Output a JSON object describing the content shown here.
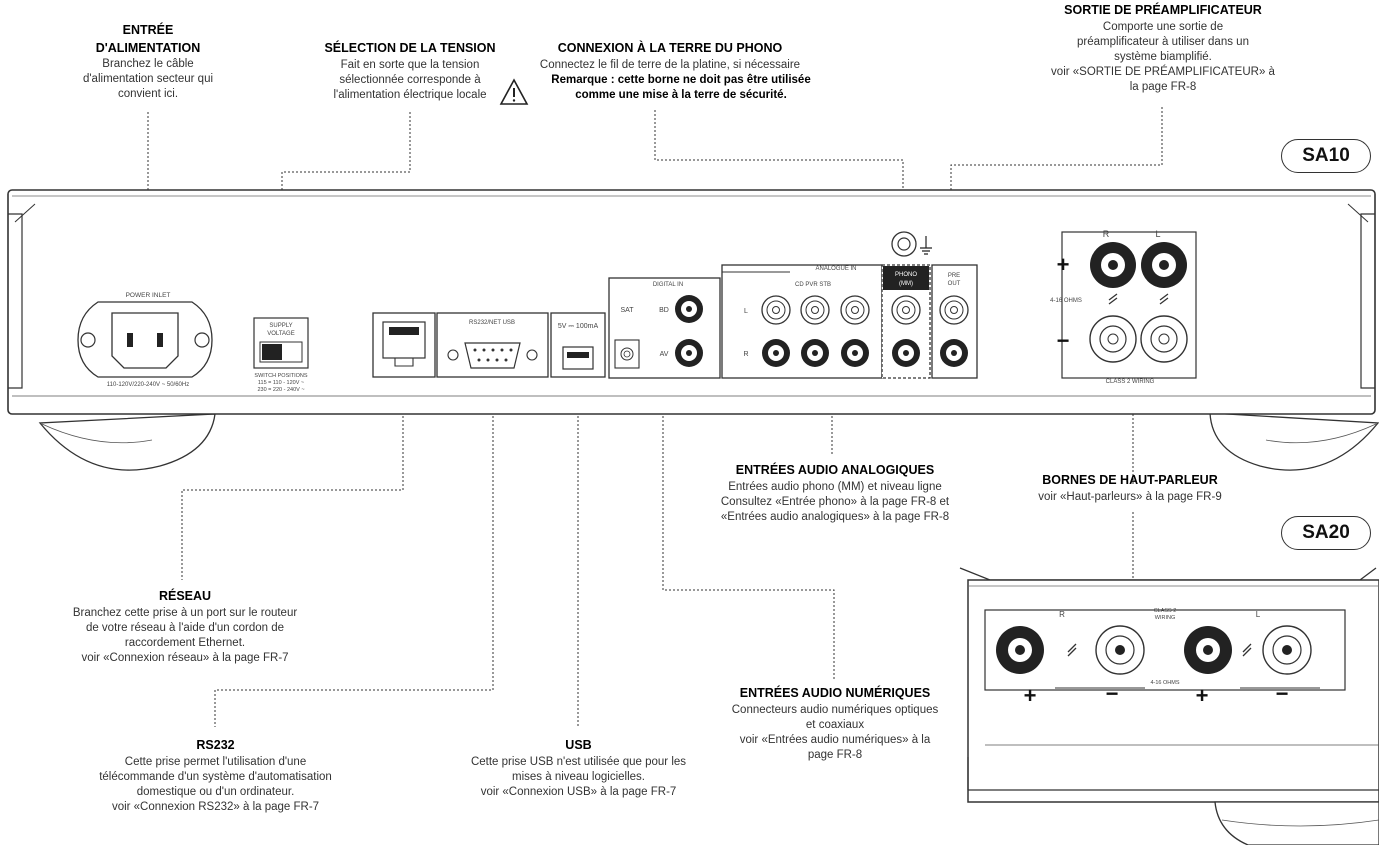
{
  "models": {
    "sa10": "SA10",
    "sa20": "SA20"
  },
  "callouts": {
    "power_inlet": {
      "title_lines": [
        "ENTRÉE",
        "D'ALIMENTATION"
      ],
      "lines": [
        "Branchez le câble",
        "d'alimentation secteur qui",
        "convient ici."
      ]
    },
    "voltage": {
      "title": "SÉLECTION DE LA TENSION",
      "lines": [
        "Fait en sorte que la tension",
        "sélectionnée corresponde à",
        "l'alimentation électrique locale"
      ]
    },
    "phono_ground": {
      "title": "CONNEXION À LA TERRE DU PHONO",
      "line": "Connectez le fil de terre de la platine, si nécessaire",
      "warning_lines": [
        "Remarque : cette borne ne doit pas être utilisée",
        "comme une mise à la terre de sécurité."
      ]
    },
    "preamp": {
      "title": "SORTIE DE PRÉAMPLIFICATEUR",
      "lines": [
        "Comporte une sortie de",
        "préamplificateur à utiliser dans un",
        "système biamplifié.",
        "voir «SORTIE DE PRÉAMPLIFICATEUR» à",
        "la page FR-8"
      ]
    },
    "analog": {
      "title": "ENTRÉES AUDIO ANALOGIQUES",
      "lines": [
        "Entrées audio phono (MM) et niveau ligne",
        "Consultez «Entrée phono» à la page FR-8 et",
        "«Entrées audio analogiques» à la page FR-8"
      ]
    },
    "speaker": {
      "title": "BORNES DE HAUT-PARLEUR",
      "lines": [
        "voir «Haut-parleurs» à la page FR-9"
      ]
    },
    "network": {
      "title": "RÉSEAU",
      "lines": [
        "Branchez cette prise à un port sur le routeur",
        "de votre réseau à l'aide d'un cordon de",
        "raccordement Ethernet.",
        "voir «Connexion réseau» à la page FR-7"
      ]
    },
    "rs232": {
      "title": "RS232",
      "lines": [
        "Cette prise permet l'utilisation d'une",
        "télécommande d'un système d'automatisation",
        "domestique ou d'un ordinateur.",
        "voir «Connexion RS232» à la page FR-7"
      ]
    },
    "usb": {
      "title": "USB",
      "lines": [
        "Cette prise USB n'est utilisée que pour les",
        "mises à niveau logicielles.",
        "voir «Connexion USB» à la page FR-7"
      ]
    },
    "digital": {
      "title": "ENTRÉES AUDIO NUMÉRIQUES",
      "lines": [
        "Connecteurs audio numériques optiques",
        "et coaxiaux",
        "voir «Entrées audio numériques» à la",
        "page FR-8"
      ]
    }
  },
  "panel_labels": {
    "power_inlet": "POWER INLET",
    "power_rating": "110-120V/220-240V ~ 50/60Hz",
    "supply_voltage": [
      "SUPPLY",
      "VOLTAGE"
    ],
    "switch_positions": [
      "SWITCH POSITIONS",
      "115 = 110 - 120V ~",
      "230 = 220 - 240V ~"
    ],
    "rs232_usb": "RS232/NET USB",
    "usb_rating": "5V ⎓ 100mA",
    "digital_in": "DIGITAL IN",
    "sat": "SAT",
    "bd": "BD",
    "av": "AV",
    "analogue_in": "ANALOGUE IN",
    "cd_pvr_stb": "CD  PVR  STB",
    "l": "L",
    "r": "R",
    "phono": [
      "PHONO",
      "(MM)"
    ],
    "pre_out": [
      "PRE",
      "OUT"
    ],
    "spk_r": "R",
    "spk_l": "L",
    "ohms": "4-16 OHMS",
    "class2": "CLASS 2 WIRING",
    "plus": "+",
    "minus": "−",
    "sa20_r": "R",
    "sa20_l": "L",
    "sa20_class2": [
      "CLASS 2",
      "WIRING"
    ],
    "sa20_ohms": "4-16 OHMS"
  }
}
